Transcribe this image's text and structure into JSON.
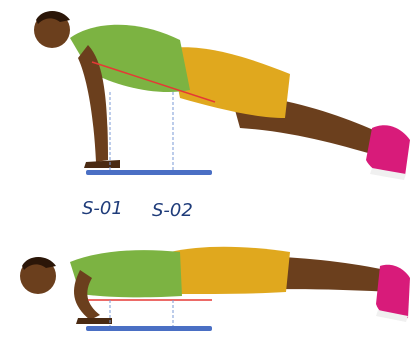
{
  "labels": {
    "sensor_1": "S-01",
    "sensor_2": "S-02"
  },
  "colors": {
    "skin": "#6b3f1d",
    "skin_shadow": "#4a2a12",
    "shirt": "#7cb342",
    "shorts": "#e0a81e",
    "shoe": "#d81b7a",
    "sensor_plate": "#4a6fc4",
    "alignment_line": "#e53935",
    "guide_line": "#7a9ad6",
    "label_text": "#1f3c7a"
  },
  "figures": [
    {
      "name": "push-up-high-position"
    },
    {
      "name": "push-up-low-position"
    }
  ]
}
